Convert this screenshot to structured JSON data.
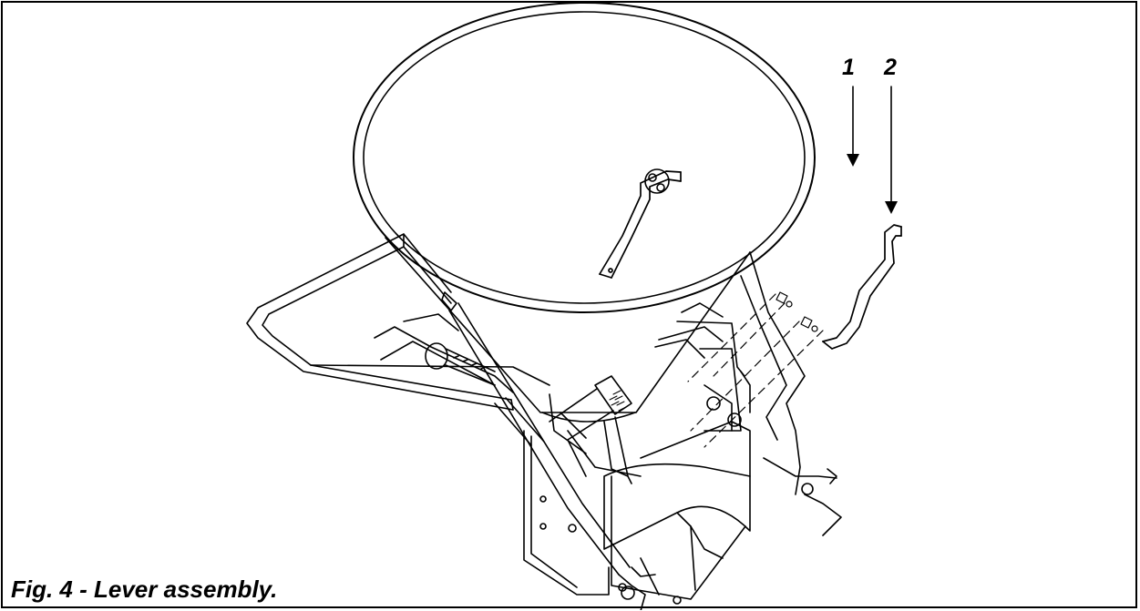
{
  "figure": {
    "caption": "Fig. 4 - Lever assembly.",
    "callouts": [
      {
        "label": "1"
      },
      {
        "label": "2"
      }
    ],
    "line_color": "#000000",
    "background": "#ffffff"
  }
}
